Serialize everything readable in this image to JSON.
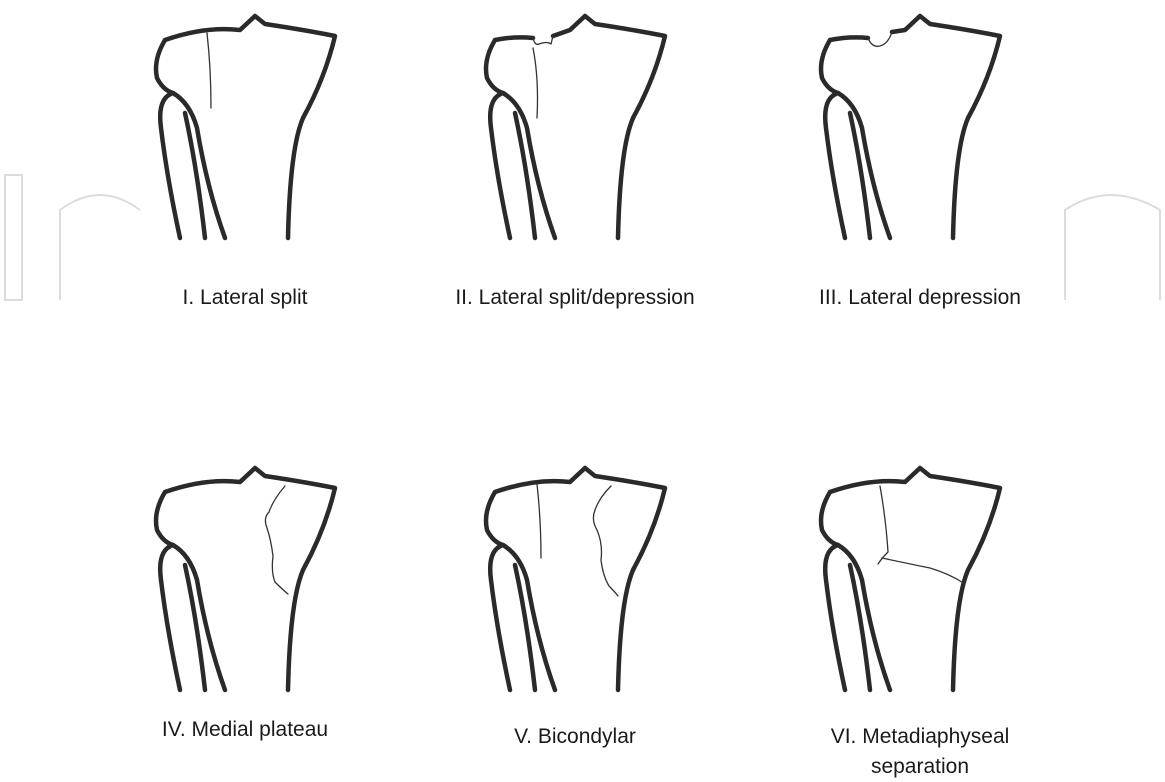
{
  "figure": {
    "panels": [
      {
        "id": "I",
        "caption": "I. Lateral split"
      },
      {
        "id": "II",
        "caption": "II. Lateral split/depression"
      },
      {
        "id": "III",
        "caption": "III. Lateral depression"
      },
      {
        "id": "IV",
        "caption": "IV. Medial plateau"
      },
      {
        "id": "V",
        "caption": "V. Bicondylar"
      },
      {
        "id": "VI",
        "caption": "VI. Metadiaphyseal separation",
        "caption_lines": [
          "VI. Metadiaphyseal",
          "separation"
        ]
      }
    ]
  },
  "colors": {
    "line": "#2a2a2a",
    "watermark": "#dcdcdc",
    "background": "#ffffff"
  }
}
